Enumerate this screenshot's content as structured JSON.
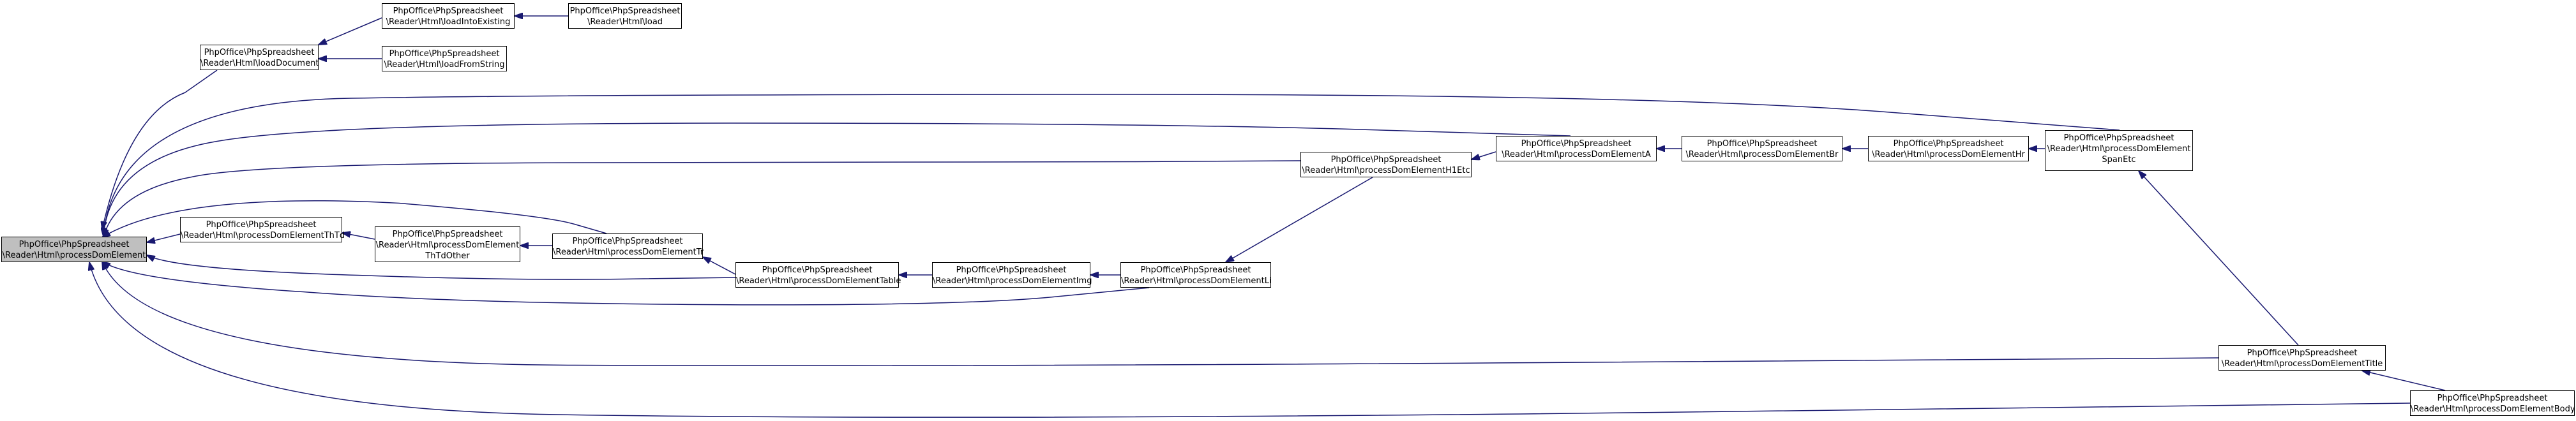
{
  "graph": {
    "edge_color": "#191970",
    "root_fill": "#bfbfbf",
    "node_fill": "#ffffff",
    "nodes": [
      {
        "id": "root",
        "lines": [
          "PhpOffice\\PhpSpreadsheet",
          "\\Reader\\Html\\processDomElement"
        ]
      },
      {
        "id": "loadDocument",
        "lines": [
          "PhpOffice\\PhpSpreadsheet",
          "\\Reader\\Html\\loadDocument"
        ]
      },
      {
        "id": "loadIntoExisting",
        "lines": [
          "PhpOffice\\PhpSpreadsheet",
          "\\Reader\\Html\\loadIntoExisting"
        ]
      },
      {
        "id": "load",
        "lines": [
          "PhpOffice\\PhpSpreadsheet",
          "\\Reader\\Html\\load"
        ]
      },
      {
        "id": "loadFromString",
        "lines": [
          "PhpOffice\\PhpSpreadsheet",
          "\\Reader\\Html\\loadFromString"
        ]
      },
      {
        "id": "thTd",
        "lines": [
          "PhpOffice\\PhpSpreadsheet",
          "\\Reader\\Html\\processDomElementThTd"
        ]
      },
      {
        "id": "thTdOther",
        "lines": [
          "PhpOffice\\PhpSpreadsheet",
          "\\Reader\\Html\\processDomElement",
          "ThTdOther"
        ]
      },
      {
        "id": "tr",
        "lines": [
          "PhpOffice\\PhpSpreadsheet",
          "\\Reader\\Html\\processDomElementTr"
        ]
      },
      {
        "id": "table",
        "lines": [
          "PhpOffice\\PhpSpreadsheet",
          "\\Reader\\Html\\processDomElementTable"
        ]
      },
      {
        "id": "img",
        "lines": [
          "PhpOffice\\PhpSpreadsheet",
          "\\Reader\\Html\\processDomElementImg"
        ]
      },
      {
        "id": "li",
        "lines": [
          "PhpOffice\\PhpSpreadsheet",
          "\\Reader\\Html\\processDomElementLi"
        ]
      },
      {
        "id": "h1etc",
        "lines": [
          "PhpOffice\\PhpSpreadsheet",
          "\\Reader\\Html\\processDomElementH1Etc"
        ]
      },
      {
        "id": "a",
        "lines": [
          "PhpOffice\\PhpSpreadsheet",
          "\\Reader\\Html\\processDomElementA"
        ]
      },
      {
        "id": "br",
        "lines": [
          "PhpOffice\\PhpSpreadsheet",
          "\\Reader\\Html\\processDomElementBr"
        ]
      },
      {
        "id": "hr",
        "lines": [
          "PhpOffice\\PhpSpreadsheet",
          "\\Reader\\Html\\processDomElementHr"
        ]
      },
      {
        "id": "spanEtc",
        "lines": [
          "PhpOffice\\PhpSpreadsheet",
          "\\Reader\\Html\\processDomElement",
          "SpanEtc"
        ]
      },
      {
        "id": "title",
        "lines": [
          "PhpOffice\\PhpSpreadsheet",
          "\\Reader\\Html\\processDomElementTitle"
        ]
      },
      {
        "id": "body",
        "lines": [
          "PhpOffice\\PhpSpreadsheet",
          "\\Reader\\Html\\processDomElementBody"
        ]
      }
    ],
    "edges": [
      {
        "from": "loadDocument",
        "to": "root"
      },
      {
        "from": "loadIntoExisting",
        "to": "loadDocument"
      },
      {
        "from": "loadFromString",
        "to": "loadDocument"
      },
      {
        "from": "load",
        "to": "loadIntoExisting"
      },
      {
        "from": "spanEtc",
        "to": "root"
      },
      {
        "from": "a",
        "to": "root"
      },
      {
        "from": "h1etc",
        "to": "root"
      },
      {
        "from": "tr",
        "to": "root"
      },
      {
        "from": "thTd",
        "to": "root"
      },
      {
        "from": "table",
        "to": "root"
      },
      {
        "from": "li",
        "to": "root"
      },
      {
        "from": "title",
        "to": "root"
      },
      {
        "from": "body",
        "to": "root"
      },
      {
        "from": "thTdOther",
        "to": "thTd"
      },
      {
        "from": "tr",
        "to": "thTdOther"
      },
      {
        "from": "table",
        "to": "tr"
      },
      {
        "from": "img",
        "to": "table"
      },
      {
        "from": "li",
        "to": "img"
      },
      {
        "from": "h1etc",
        "to": "li"
      },
      {
        "from": "a",
        "to": "h1etc"
      },
      {
        "from": "br",
        "to": "a"
      },
      {
        "from": "hr",
        "to": "br"
      },
      {
        "from": "spanEtc",
        "to": "hr"
      },
      {
        "from": "title",
        "to": "spanEtc"
      },
      {
        "from": "body",
        "to": "title"
      }
    ]
  }
}
